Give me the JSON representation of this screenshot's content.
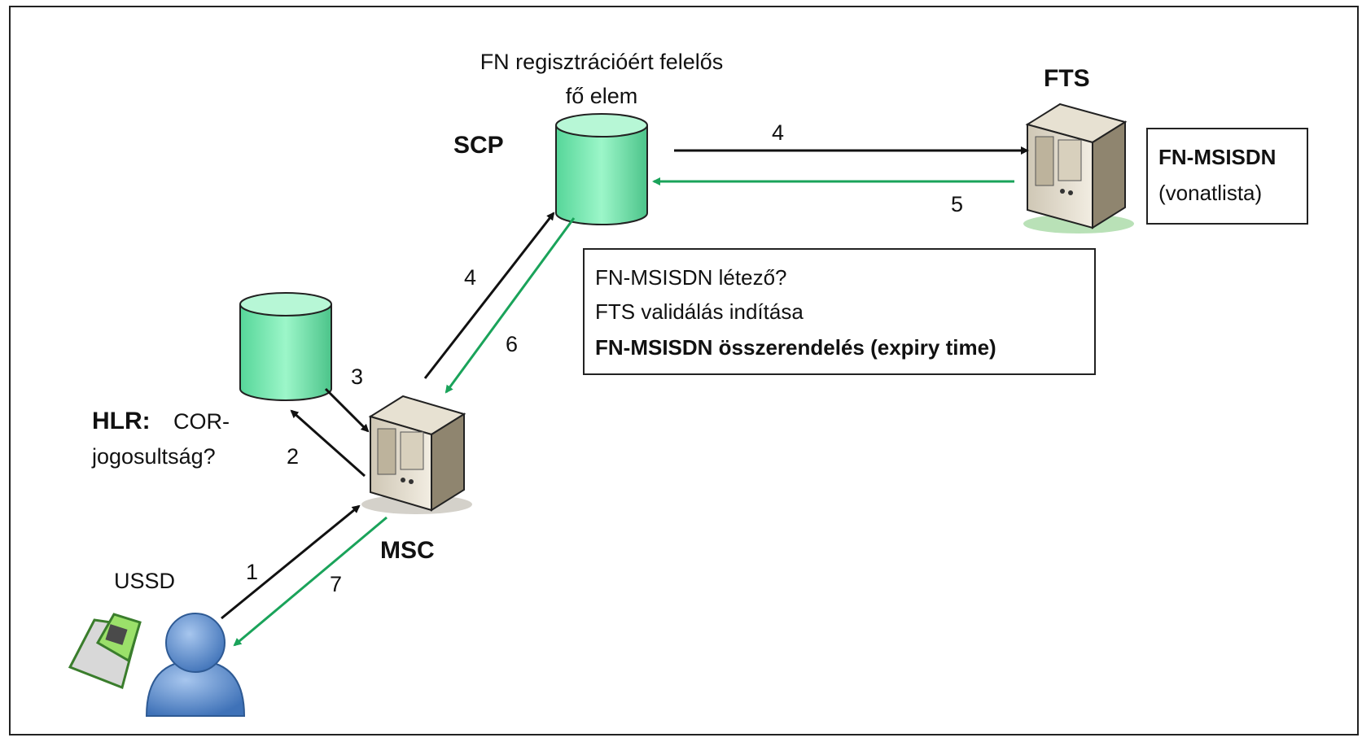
{
  "nodes": {
    "scp": {
      "label": "SCP",
      "caption_line1": "FN regisztrációért felelős",
      "caption_line2": "fő elem"
    },
    "fts": {
      "label": "FTS"
    },
    "hlr": {
      "label": "HLR:",
      "caption_line1": "COR-",
      "caption_line2": "jogosultság?"
    },
    "msc": {
      "label": "MSC"
    },
    "user": {
      "label": "USSD"
    }
  },
  "fts_box": {
    "line1": "FN-MSISDN",
    "line2": "(vonatlista)"
  },
  "scp_box": {
    "line1": "FN-MSISDN létező?",
    "line2": "FTS validálás indítása",
    "line3": "FN-MSISDN összerendelés (expiry time)"
  },
  "steps": {
    "s1": "1",
    "s2": "2",
    "s3": "3",
    "s4_top": "4",
    "s4_side": "4",
    "s5": "5",
    "s6": "6",
    "s7": "7"
  },
  "colors": {
    "request_arrow": "#111111",
    "response_arrow": "#1aa35a",
    "db_fill": "#7dedb4",
    "user_fill": "#6f9fd6",
    "phone_fill": "#9be06a"
  }
}
